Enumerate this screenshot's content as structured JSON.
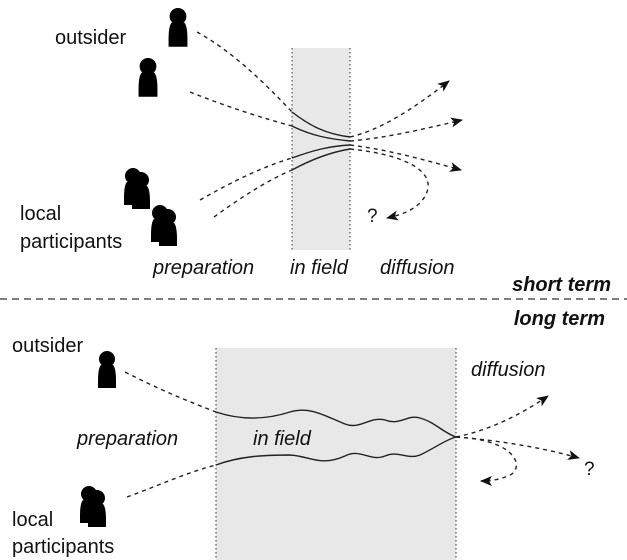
{
  "short_term": {
    "outsider_label": "outsider",
    "local_label_line1": "local",
    "local_label_line2": "participants",
    "stage_preparation": "preparation",
    "stage_in_field": "in field",
    "stage_diffusion": "diffusion",
    "question": "?"
  },
  "separator": {
    "short_term": "short term",
    "long_term": "long term"
  },
  "long_term": {
    "outsider_label": "outsider",
    "local_label_line1": "local",
    "local_label_line2": "participants",
    "stage_preparation": "preparation",
    "stage_in_field": "in field",
    "stage_diffusion": "diffusion",
    "question": "?"
  },
  "colors": {
    "field_band": "#e8e8e8",
    "outsider_icon": "#9c9c9c",
    "local_icon": "#ffffff"
  }
}
